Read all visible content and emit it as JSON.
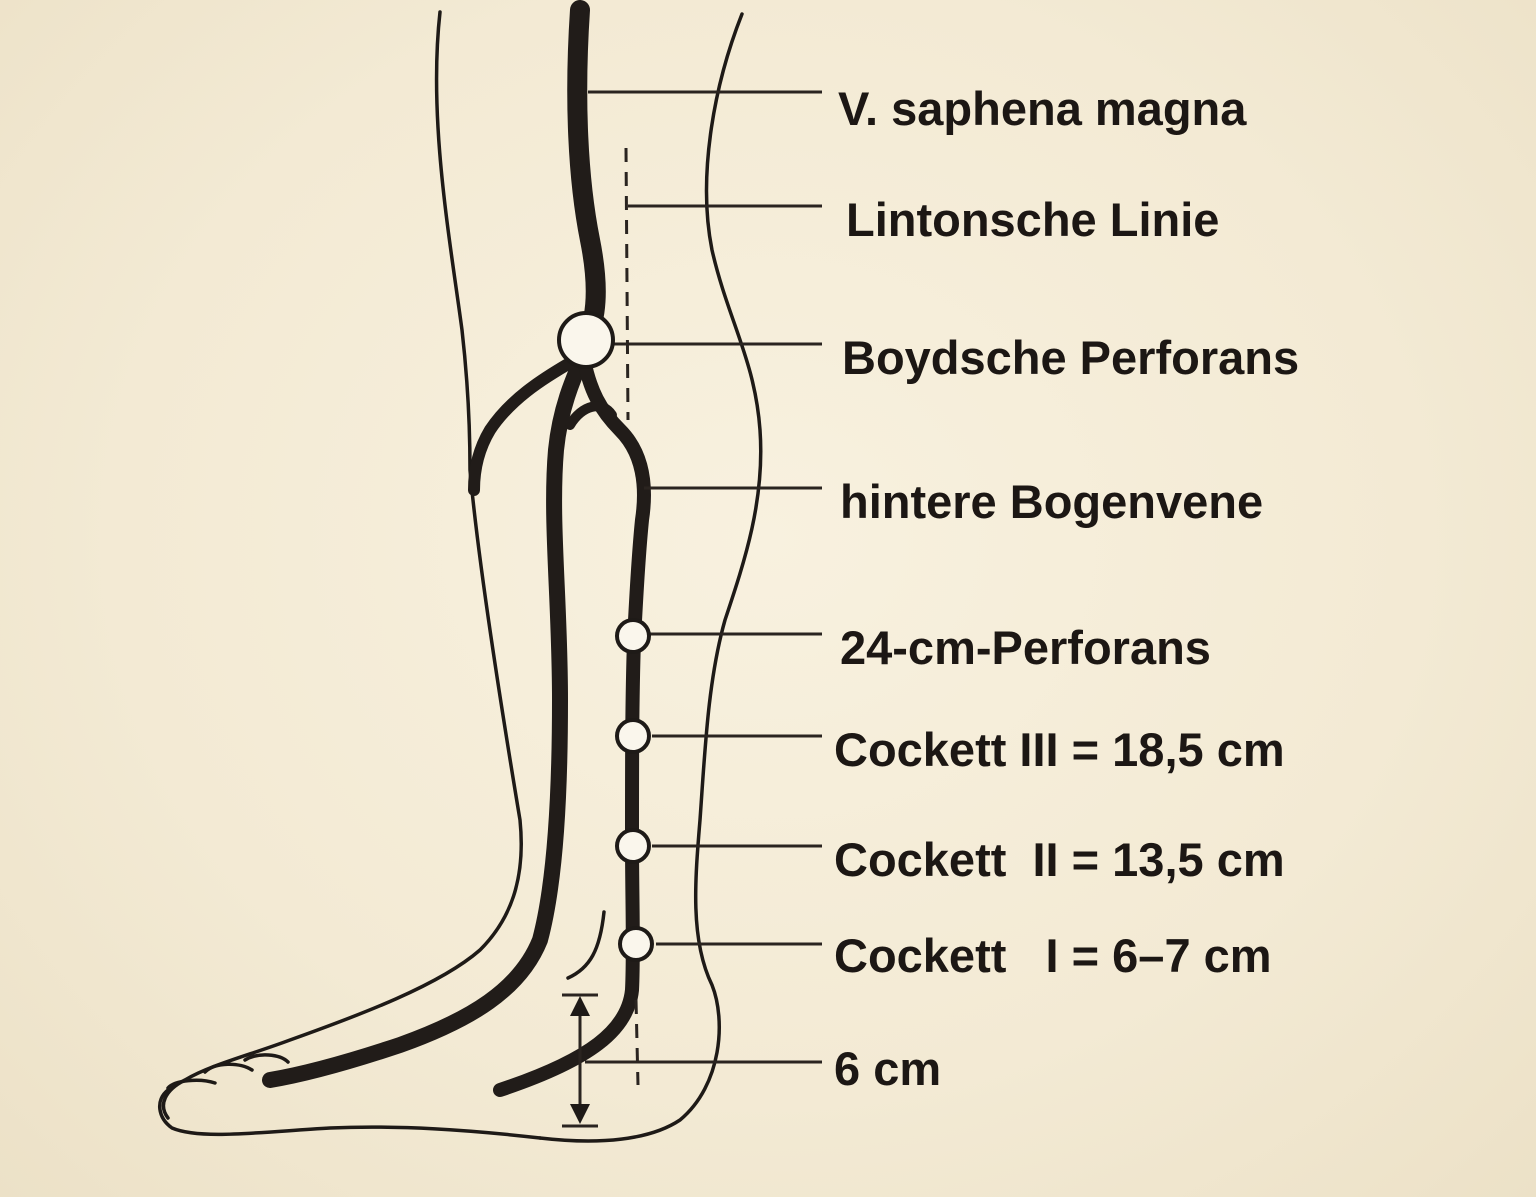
{
  "labels": {
    "saphena_magna": "V. saphena magna",
    "linton_line": "Lintonsche Linie",
    "boyd_perforator": "Boydsche Perforans",
    "posterior_arch_vein": "hintere Bogenvene",
    "perforator_24cm": "24-cm-Perforans",
    "cockett_3": "Cockett III = 18,5 cm",
    "cockett_2": "Cockett  II = 13,5 cm",
    "cockett_1": "Cockett   I = 6–7 cm",
    "dist_6cm": "6 cm"
  },
  "colors": {
    "ink": "#1e1a17",
    "paper": "#f4ecd8",
    "perforator_fill": "#faf6ec"
  }
}
